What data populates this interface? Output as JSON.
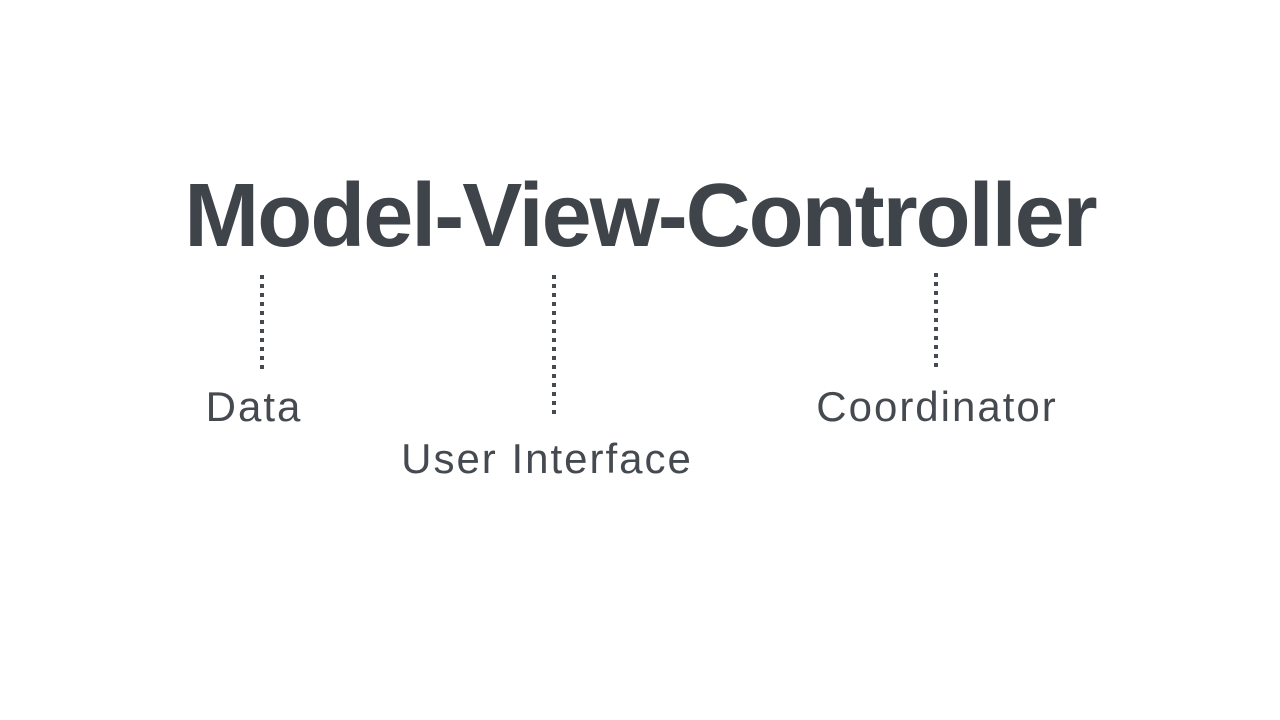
{
  "diagram": {
    "title": "Model-View-Controller",
    "terms": [
      {
        "term": "Model",
        "meaning": "Data"
      },
      {
        "term": "View",
        "meaning": "User Interface"
      },
      {
        "term": "Controller",
        "meaning": "Coordinator"
      }
    ],
    "colors": {
      "background": "#ffffff",
      "text": "#3f444a",
      "connector": "#454a50"
    }
  }
}
